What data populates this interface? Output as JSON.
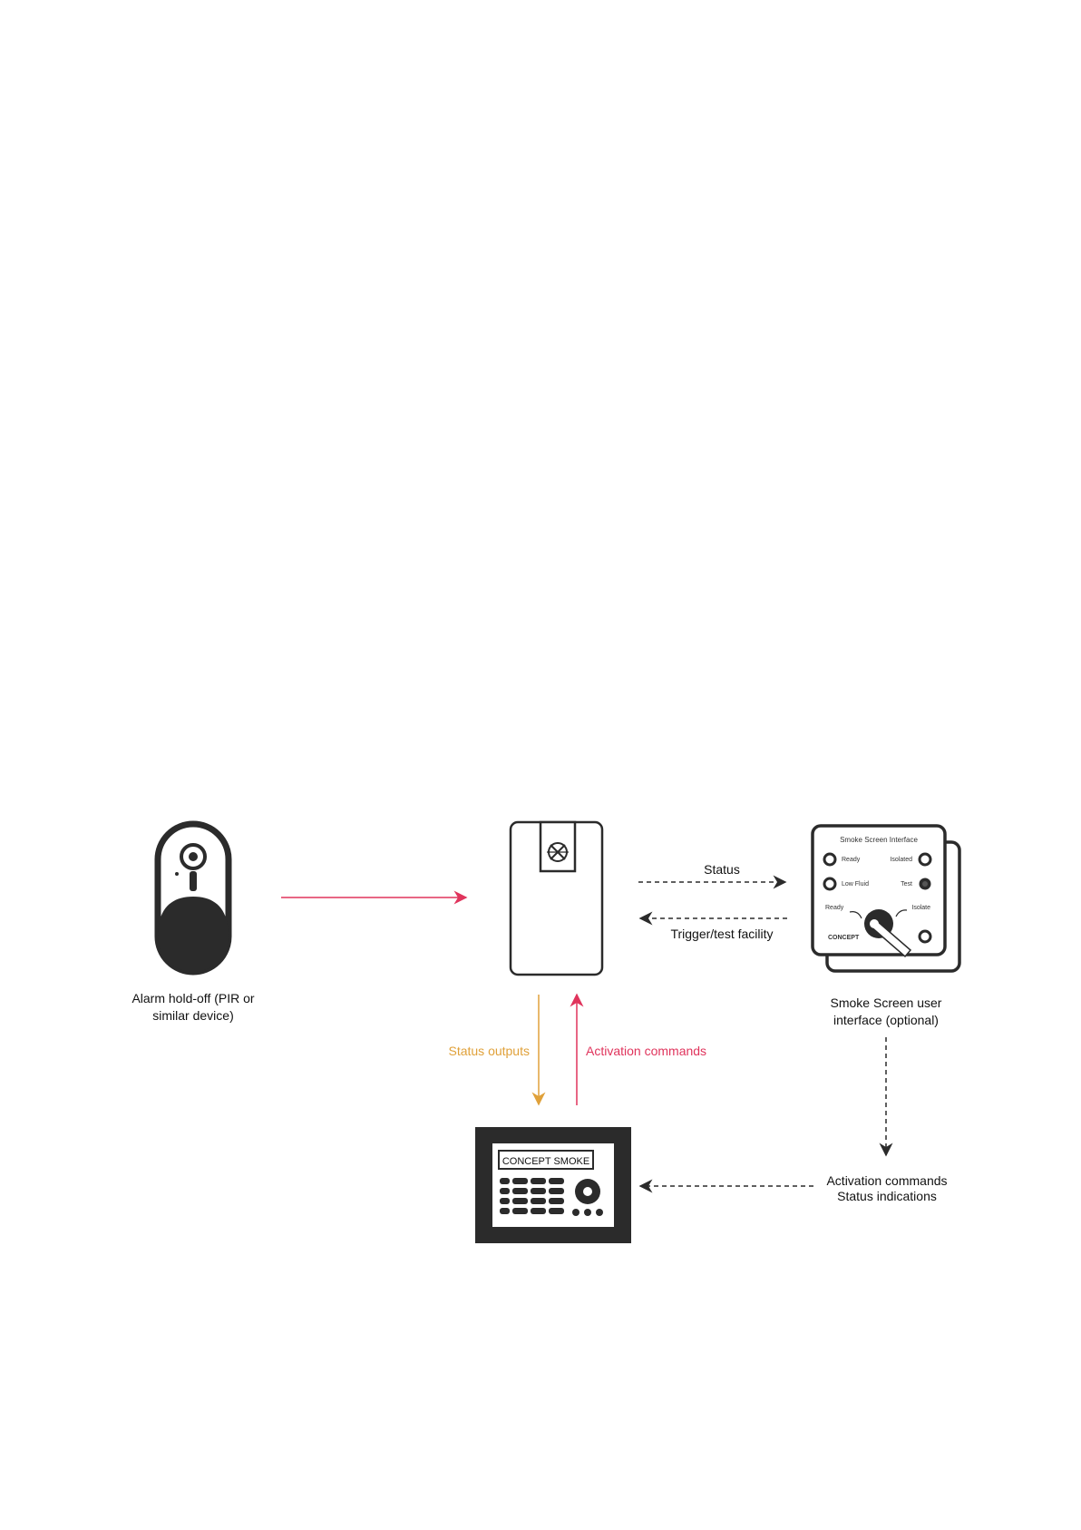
{
  "colors": {
    "pink": "#e0345c",
    "amber": "#e0a13a",
    "dark": "#2b2b2b"
  },
  "nodes": {
    "alarm_holdoff": {
      "label_line1": "Alarm hold-off (PIR or",
      "label_line2": "similar device)",
      "icon": "pir-sensor-icon"
    },
    "smoke_generator": {
      "icon": "smoke-generator-icon"
    },
    "user_interface": {
      "label_line1": "Smoke Screen user",
      "label_line2": "interface (optional)",
      "icon": "control-panel-icon",
      "panel_title": "Smoke Screen Interface",
      "lamp_ready": "Ready",
      "lamp_isolated": "Isolated",
      "lamp_low_fluid": "Low Fluid",
      "lamp_test": "Test",
      "key_ready": "Ready",
      "key_isolate": "Isolate",
      "brand": "CONCEPT"
    },
    "keypad": {
      "display_text": "CONCEPT SMOKE",
      "icon": "alarm-keypad-icon"
    }
  },
  "edges": {
    "status": "Status",
    "trigger_test": "Trigger/test facility",
    "status_outputs": "Status outputs",
    "activation_commands": "Activation commands",
    "ui_to_keypad_line1": "Activation commands",
    "ui_to_keypad_line2": "Status indications"
  }
}
